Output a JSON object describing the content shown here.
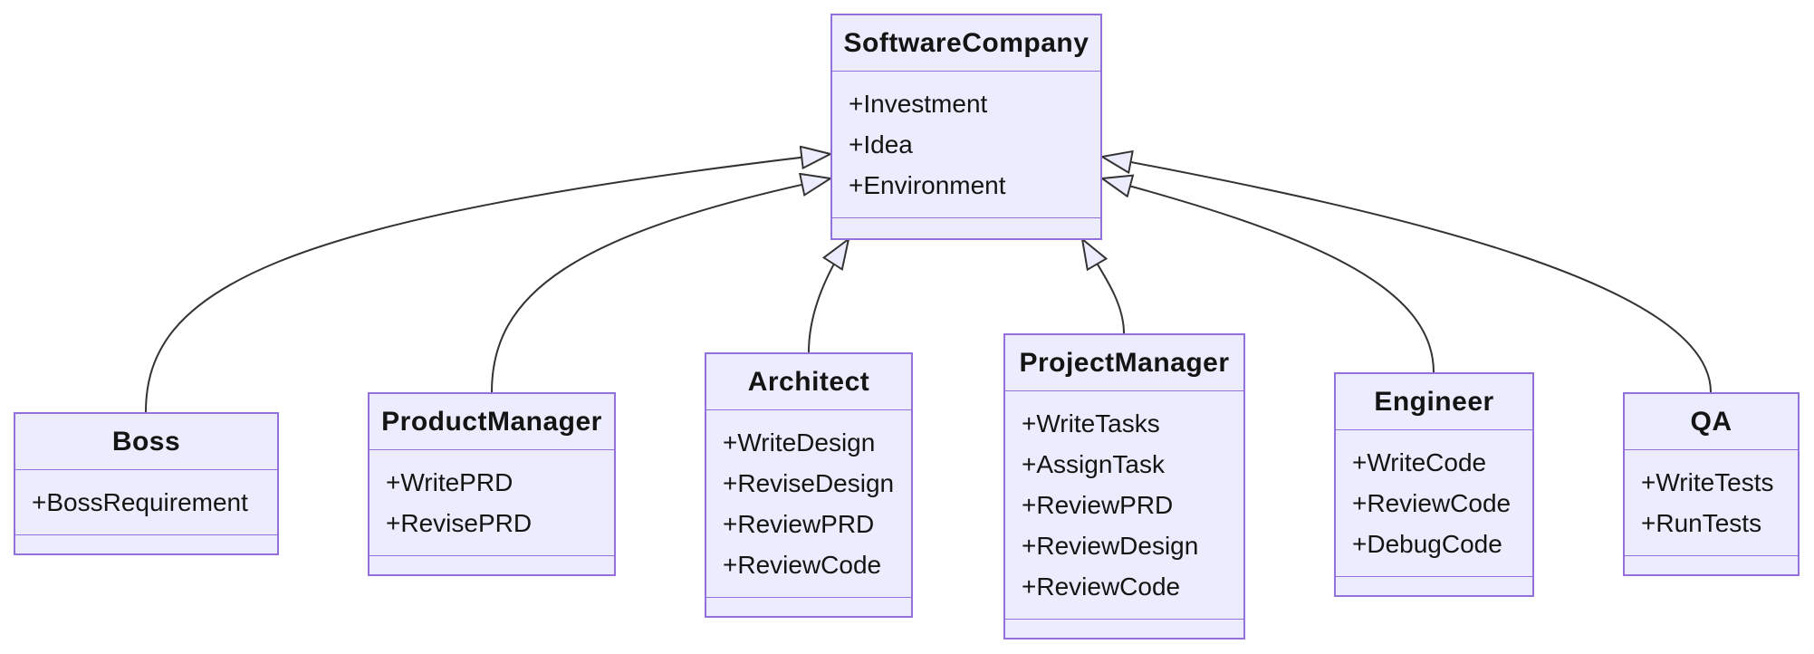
{
  "diagram": {
    "type": "uml-class-diagram",
    "background_color": "#ffffff",
    "node_fill_color": "#ECECFF",
    "node_border_color": "#9370DB",
    "edge_color": "#333333",
    "text_color": "#141414",
    "classes": [
      {
        "name": "SoftwareCompany",
        "attributes": [
          "+Investment",
          "+Idea",
          "+Environment"
        ],
        "methods": []
      },
      {
        "name": "Boss",
        "attributes": [
          "+BossRequirement"
        ],
        "methods": []
      },
      {
        "name": "ProductManager",
        "attributes": [
          "+WritePRD",
          "+RevisePRD"
        ],
        "methods": []
      },
      {
        "name": "Architect",
        "attributes": [
          "+WriteDesign",
          "+ReviseDesign",
          "+ReviewPRD",
          "+ReviewCode"
        ],
        "methods": []
      },
      {
        "name": "ProjectManager",
        "attributes": [
          "+WriteTasks",
          "+AssignTask",
          "+ReviewPRD",
          "+ReviewDesign",
          "+ReviewCode"
        ],
        "methods": []
      },
      {
        "name": "Engineer",
        "attributes": [
          "+WriteCode",
          "+ReviewCode",
          "+DebugCode"
        ],
        "methods": []
      },
      {
        "name": "QA",
        "attributes": [
          "+WriteTests",
          "+RunTests"
        ],
        "methods": []
      }
    ],
    "relations": [
      {
        "from": "Boss",
        "to": "SoftwareCompany",
        "type": "inheritance"
      },
      {
        "from": "ProductManager",
        "to": "SoftwareCompany",
        "type": "inheritance"
      },
      {
        "from": "Architect",
        "to": "SoftwareCompany",
        "type": "inheritance"
      },
      {
        "from": "ProjectManager",
        "to": "SoftwareCompany",
        "type": "inheritance"
      },
      {
        "from": "Engineer",
        "to": "SoftwareCompany",
        "type": "inheritance"
      },
      {
        "from": "QA",
        "to": "SoftwareCompany",
        "type": "inheritance"
      }
    ]
  }
}
